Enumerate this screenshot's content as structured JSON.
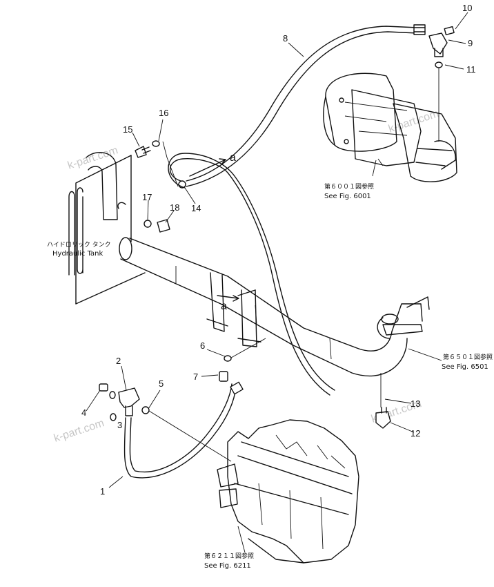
{
  "callouts": {
    "c1": "1",
    "c2": "2",
    "c3": "3",
    "c4": "4",
    "c5": "5",
    "c6": "6",
    "c7": "7",
    "c8": "8",
    "c9": "9",
    "c10": "10",
    "c11": "11",
    "c12": "12",
    "c13": "13",
    "c14": "14",
    "c15": "15",
    "c16": "16",
    "c17": "17",
    "c18": "18"
  },
  "view_markers": {
    "a_upper": "a",
    "a_lower": "a"
  },
  "tank": {
    "jp": "ハイドロリック タンク",
    "en": "Hydraulic Tank"
  },
  "refs": {
    "fig6001_jp": "第６００１図参照",
    "fig6001_en": "See Fig. 6001",
    "fig6501_jp": "第６５０１図参照",
    "fig6501_en": "See Fig. 6501",
    "fig6211_jp": "第６２１１図参照",
    "fig6211_en": "See Fig. 6211"
  },
  "watermark": "k-part.com"
}
